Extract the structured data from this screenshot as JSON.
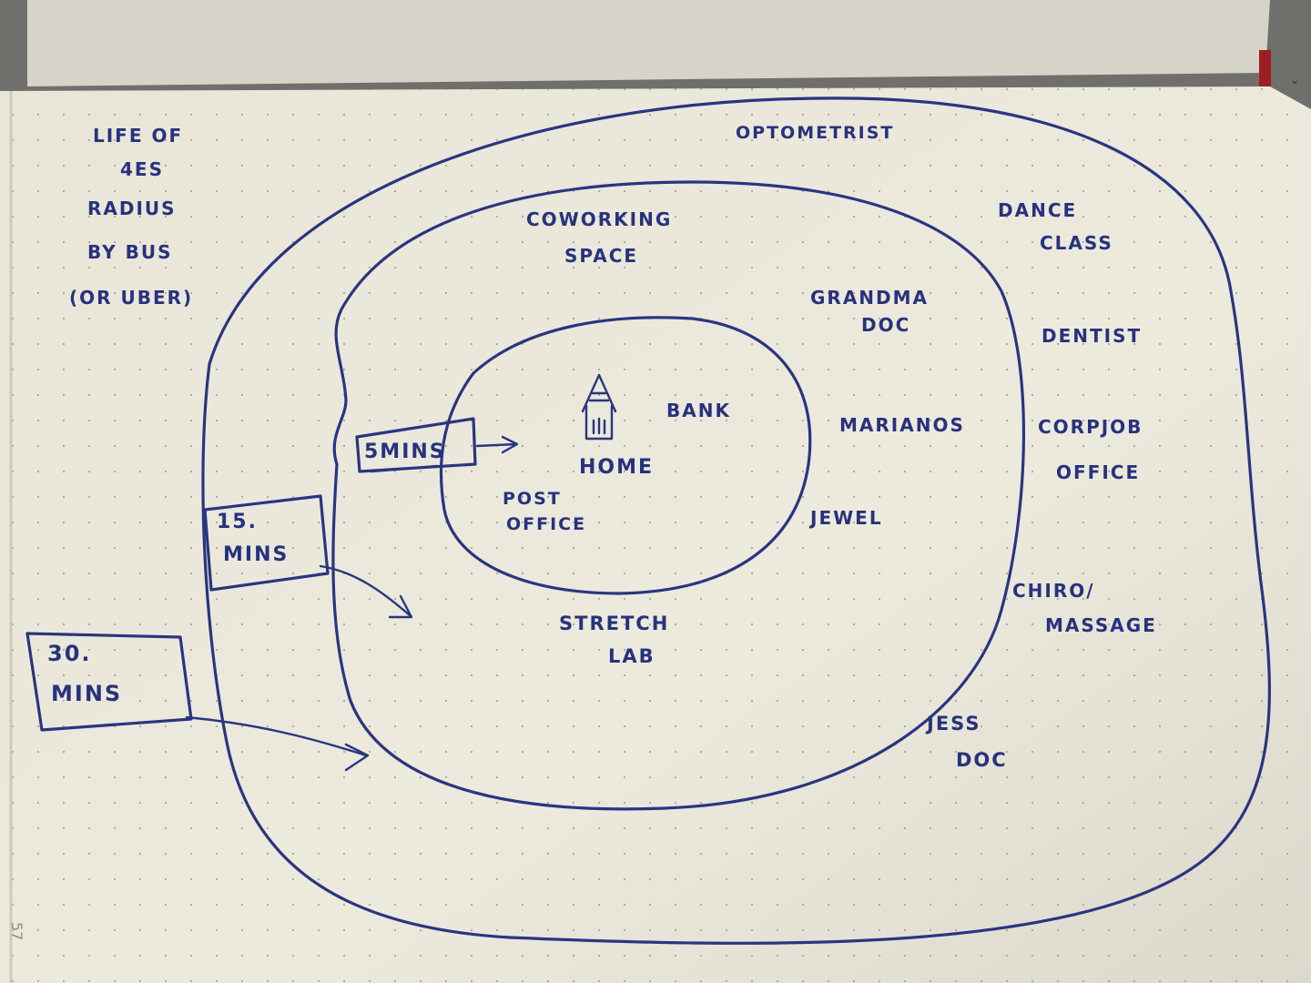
{
  "notebook": {
    "page_number": "57",
    "note_lines": [
      "LIFE OF",
      "4ES",
      "RADIUS",
      "BY BUS",
      "(OR UBER)"
    ]
  },
  "diagram": {
    "center_label": "HOME",
    "time_boxes": {
      "inner": "5MINS",
      "middle_line1": "15.",
      "middle_line2": "MINS",
      "outer_line1": "30.",
      "outer_line2": "MINS"
    },
    "inner_ring": {
      "bank": "BANK",
      "post_office_line1": "POST",
      "post_office_line2": "OFFICE"
    },
    "middle_ring": {
      "coworking_line1": "COWORKING",
      "coworking_line2": "SPACE",
      "grandma_doc_line1": "GRANDMA",
      "grandma_doc_line2": "DOC",
      "marianos": "MARIANOS",
      "jewel": "JEWEL",
      "stretch_lab_line1": "STRETCH",
      "stretch_lab_line2": "LAB"
    },
    "outer_ring": {
      "optometrist": "OPTOMETRIST",
      "dance_class_line1": "DANCE",
      "dance_class_line2": "CLASS",
      "dentist": "DENTIST",
      "corpjob_line1": "CORPJOB",
      "corpjob_line2": "OFFICE",
      "chiro_line1": "CHIRO/",
      "chiro_line2": "MASSAGE",
      "jess_doc_line1": "JESS",
      "jess_doc_line2": "DOC"
    }
  },
  "colors": {
    "ink": "#2a3580",
    "paper": "#ece9dc",
    "background": "#6f6f6b",
    "bookmark": "#9c1f24"
  }
}
